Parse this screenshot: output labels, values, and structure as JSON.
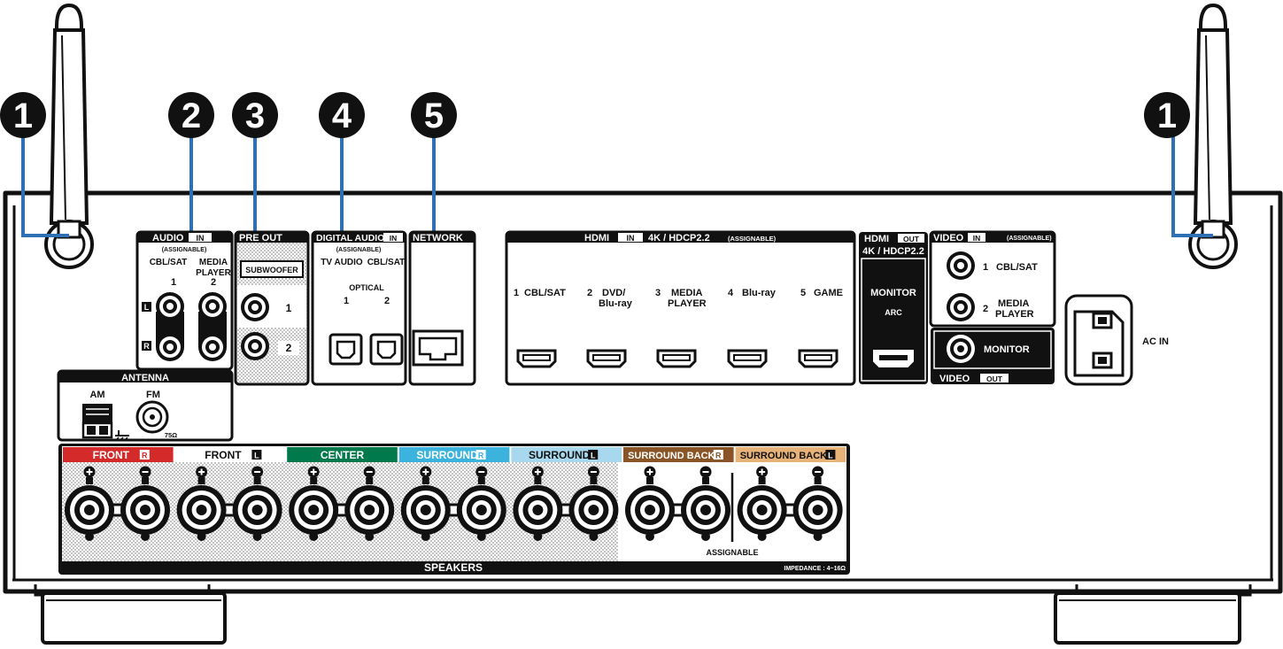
{
  "callouts": [
    "1",
    "2",
    "3",
    "4",
    "5",
    "1"
  ],
  "audio_in": {
    "title": "AUDIO",
    "in_tag": "IN",
    "assignable": "(ASSIGNABLE)",
    "col1": "CBL/SAT",
    "col2_line1": "MEDIA",
    "col2_line2": "PLAYER",
    "num1": "1",
    "num2": "2",
    "left_tag": "L",
    "right_tag": "R"
  },
  "pre_out": {
    "title": "PRE OUT",
    "subwoofer": "SUBWOOFER",
    "num1": "1",
    "num2": "2"
  },
  "digital_audio": {
    "title": "DIGITAL AUDIO",
    "in_tag": "IN",
    "assignable": "(ASSIGNABLE)",
    "col1": "TV AUDIO",
    "col2": "CBL/SAT",
    "optical": "OPTICAL",
    "num1": "1",
    "num2": "2"
  },
  "network": {
    "title": "NETWORK"
  },
  "hdmi_in": {
    "title": "HDMI",
    "in_tag": "IN",
    "spec": "4K / HDCP2.2",
    "assignable": "(ASSIGNABLE)",
    "inputs": [
      {
        "num": "1",
        "line1": "CBL/SAT",
        "line2": ""
      },
      {
        "num": "2",
        "line1": "DVD/",
        "line2": "Blu-ray"
      },
      {
        "num": "3",
        "line1": "MEDIA",
        "line2": "PLAYER"
      },
      {
        "num": "4",
        "line1": "Blu-ray",
        "line2": ""
      },
      {
        "num": "5",
        "line1": "GAME",
        "line2": ""
      }
    ]
  },
  "hdmi_out": {
    "title": "HDMI",
    "out_tag": "OUT",
    "spec": "4K / HDCP2.2",
    "monitor": "MONITOR",
    "arc": "ARC"
  },
  "video_in": {
    "title": "VIDEO",
    "in_tag": "IN",
    "assignable": "(ASSIGNABLE)",
    "in1_num": "1",
    "in1_label": "CBL/SAT",
    "in2_num": "2",
    "in2_line1": "MEDIA",
    "in2_line2": "PLAYER"
  },
  "video_out": {
    "monitor": "MONITOR",
    "title": "VIDEO",
    "out_tag": "OUT"
  },
  "ac_in": {
    "label": "AC IN"
  },
  "antenna": {
    "title": "ANTENNA",
    "am": "AM",
    "fm": "FM",
    "fm_impedance": "75Ω"
  },
  "speakers": {
    "footer": "SPEAKERS",
    "assignable": "ASSIGNABLE",
    "impedance": "IMPEDANCE : 4~16Ω",
    "channels": [
      {
        "label": "FRONT",
        "tag": "R",
        "color": "#d42a2a"
      },
      {
        "label": "FRONT",
        "tag": "L",
        "color": "#ffffff"
      },
      {
        "label": "CENTER",
        "tag": "",
        "color": "#007a4d"
      },
      {
        "label": "SURROUND",
        "tag": "R",
        "color": "#3bb3dd"
      },
      {
        "label": "SURROUND",
        "tag": "L",
        "color": "#a8d8ee"
      },
      {
        "label": "SURROUND BACK",
        "tag": "R",
        "color": "#8a5526"
      },
      {
        "label": "SURROUND BACK",
        "tag": "L",
        "color": "#e7b277"
      }
    ]
  },
  "colors": {
    "callout_line": "#2f6fb3",
    "panel": "#000000",
    "hatch": "#cfcfcf"
  }
}
